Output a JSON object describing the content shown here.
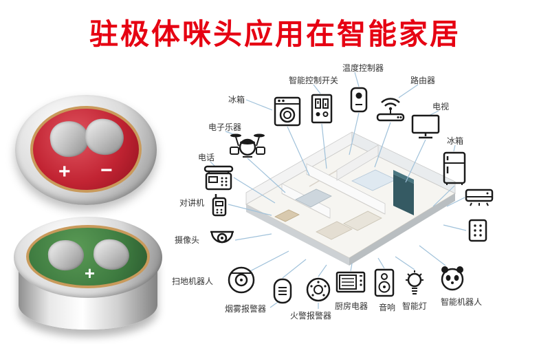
{
  "title": {
    "text": "驻极体咪头应用在智能家居"
  },
  "colors": {
    "title_red": "#e60012",
    "line_blue": "#9fc1da",
    "mic_red": "#c22433",
    "pcb_green": "#3e7b40",
    "accent_teal": "#355a63"
  },
  "microphones": {
    "red": {
      "plus": "+",
      "minus": "−"
    },
    "green": {
      "plus": "+"
    }
  },
  "diagram": {
    "devices": [
      {
        "id": "fridge-top",
        "label": "冰箱",
        "icon": "washing-machine-icon"
      },
      {
        "id": "smart-switch",
        "label": "智能控制开关",
        "icon": "control-switch-icon"
      },
      {
        "id": "temp-controller",
        "label": "温度控制器",
        "icon": "thermostat-icon"
      },
      {
        "id": "router",
        "label": "路由器",
        "icon": "router-icon"
      },
      {
        "id": "tv",
        "label": "电视",
        "icon": "tv-icon"
      },
      {
        "id": "instrument",
        "label": "电子乐器",
        "icon": "drum-kit-icon"
      },
      {
        "id": "fridge-right",
        "label": "冰箱",
        "icon": "fridge-icon"
      },
      {
        "id": "phone",
        "label": "电话",
        "icon": "telephone-icon"
      },
      {
        "id": "intercom",
        "label": "对讲机",
        "icon": "intercom-icon"
      },
      {
        "id": "camera",
        "label": "摄像头",
        "icon": "dome-camera-icon"
      },
      {
        "id": "vacuum-robot",
        "label": "扫地机器人",
        "icon": "robot-vacuum-icon"
      },
      {
        "id": "smoke-alarm",
        "label": "烟雾报警器",
        "icon": "smoke-alarm-icon"
      },
      {
        "id": "fire-alarm",
        "label": "火警报警器",
        "icon": "fire-alarm-icon"
      },
      {
        "id": "kitchen-appliance",
        "label": "厨房电器",
        "icon": "microwave-icon"
      },
      {
        "id": "speaker",
        "label": "音响",
        "icon": "speaker-icon"
      },
      {
        "id": "smart-light",
        "label": "智能灯",
        "icon": "light-bulb-icon"
      },
      {
        "id": "smart-robot",
        "label": "智能机器人",
        "icon": "panda-robot-icon"
      },
      {
        "id": "air-conditioner",
        "label": "",
        "icon": "air-conditioner-icon"
      },
      {
        "id": "door-lock",
        "label": "",
        "icon": "door-lock-icon"
      }
    ]
  }
}
